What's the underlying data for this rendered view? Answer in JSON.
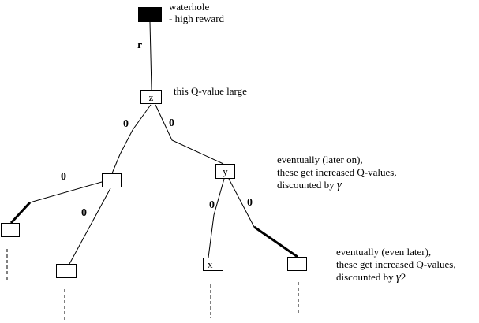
{
  "colors": {
    "background": "#ffffff",
    "ink": "#000000"
  },
  "nodes": {
    "waterhole": {
      "label": "",
      "filled": true
    },
    "z": {
      "label": "z"
    },
    "mid_left": {
      "label": ""
    },
    "y": {
      "label": "y"
    },
    "far_left": {
      "label": ""
    },
    "bottom_left": {
      "label": ""
    },
    "x": {
      "label": "x"
    },
    "bottom_right": {
      "label": ""
    }
  },
  "edge_labels": {
    "reward": "r",
    "z_to_midleft": "0",
    "z_to_y": "0",
    "midleft_to_farleft": "0",
    "midleft_to_bottomleft": "0",
    "y_to_x": "0",
    "y_to_bottomright": "0"
  },
  "annotations": {
    "waterhole_note": {
      "line1": "waterhole",
      "line2": "- high reward"
    },
    "z_note": "this Q-value large",
    "y_note": {
      "line1": "eventually (later on),",
      "line2": "these get increased Q-values,",
      "line3_prefix": "discounted by ",
      "line3_symbol": "γ"
    },
    "bottom_note": {
      "line1": "eventually (even later),",
      "line2": "these get increased Q-values,",
      "line3_prefix": "discounted by ",
      "line3_symbol": "γ",
      "line3_exponent": "2"
    }
  }
}
